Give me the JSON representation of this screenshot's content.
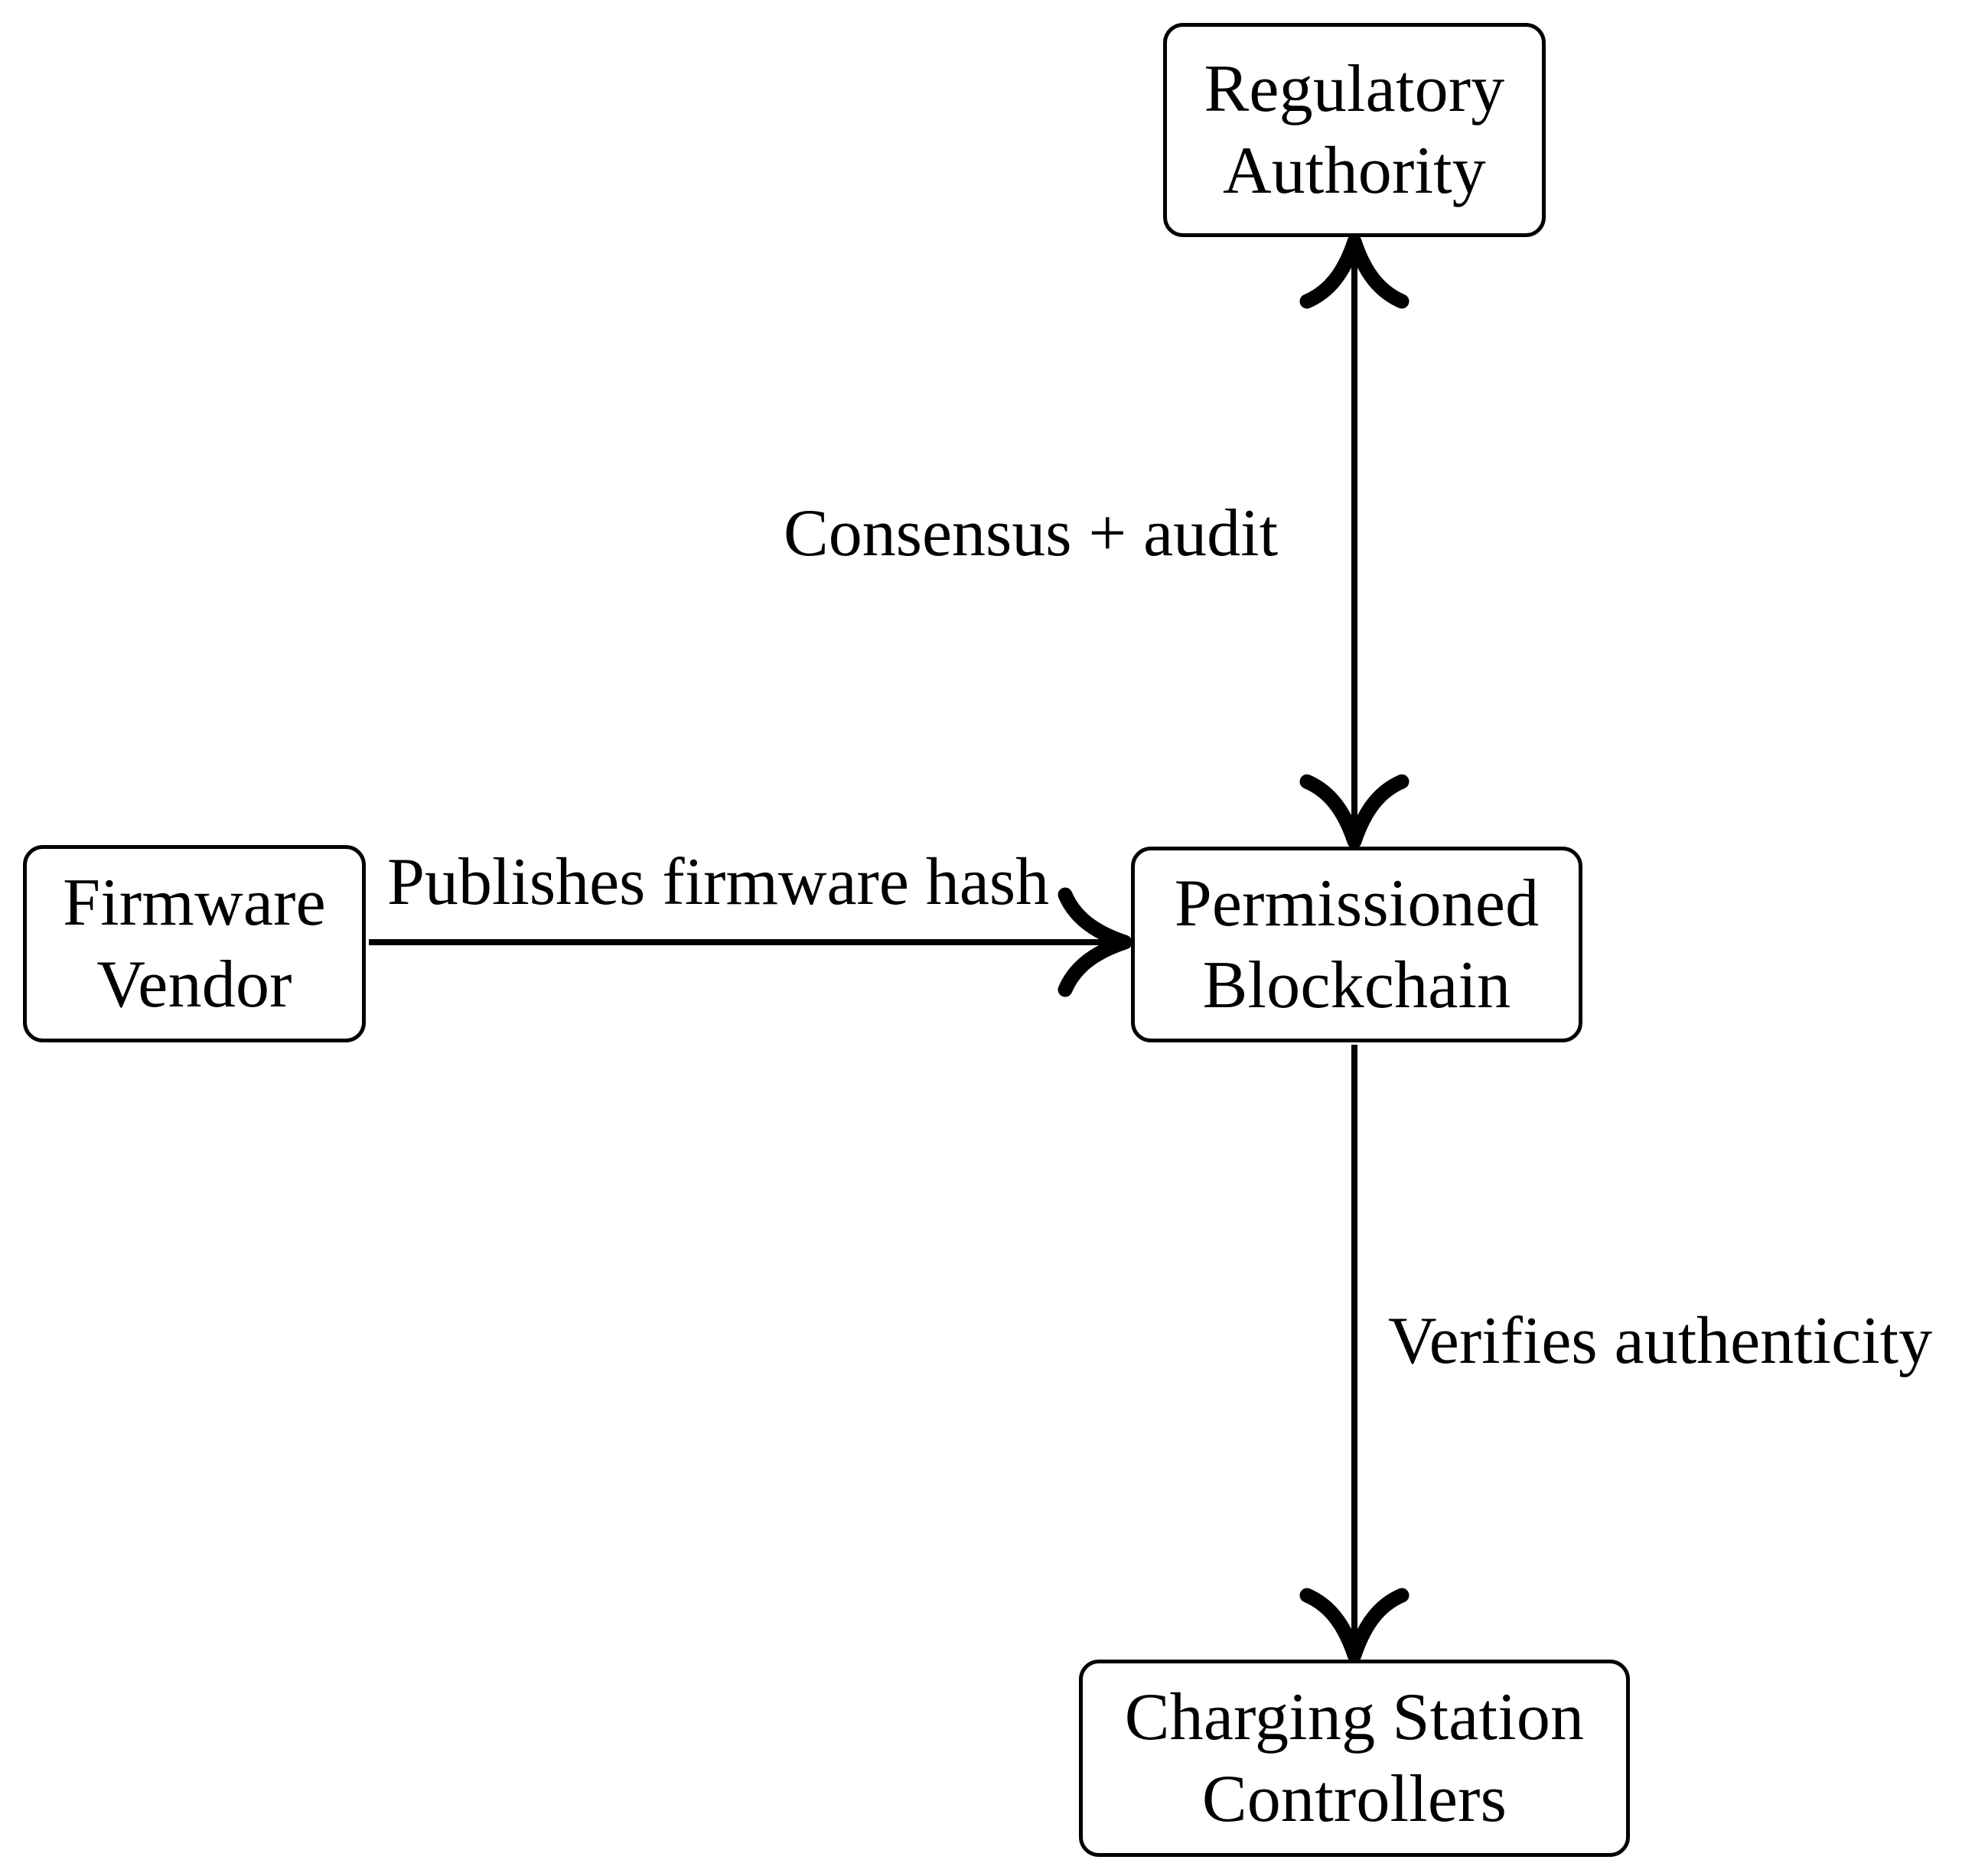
{
  "diagram": {
    "type": "flowchart",
    "title": "",
    "background_color": "#ffffff",
    "stroke_color": "#000000",
    "nodes": [
      {
        "id": "regulatory-authority",
        "lines": [
          "Regulatory",
          "Authority"
        ],
        "shape": "rounded-rectangle"
      },
      {
        "id": "firmware-vendor",
        "lines": [
          "Firmware",
          "Vendor"
        ],
        "shape": "rounded-rectangle"
      },
      {
        "id": "permissioned-blockchain",
        "lines": [
          "Permissioned",
          "Blockchain"
        ],
        "shape": "rounded-rectangle"
      },
      {
        "id": "charging-station-controllers",
        "lines": [
          "Charging Station",
          "Controllers"
        ],
        "shape": "rounded-rectangle"
      }
    ],
    "edges": [
      {
        "id": "blockchain-regulatory",
        "from": "permissioned-blockchain",
        "to": "regulatory-authority",
        "label": "Consensus + audit",
        "direction": "bidirectional"
      },
      {
        "id": "vendor-blockchain",
        "from": "firmware-vendor",
        "to": "permissioned-blockchain",
        "label": "Publishes firmware hash",
        "direction": "forward"
      },
      {
        "id": "blockchain-controllers",
        "from": "permissioned-blockchain",
        "to": "charging-station-controllers",
        "label": "Verifies authenticity",
        "direction": "forward"
      }
    ]
  }
}
